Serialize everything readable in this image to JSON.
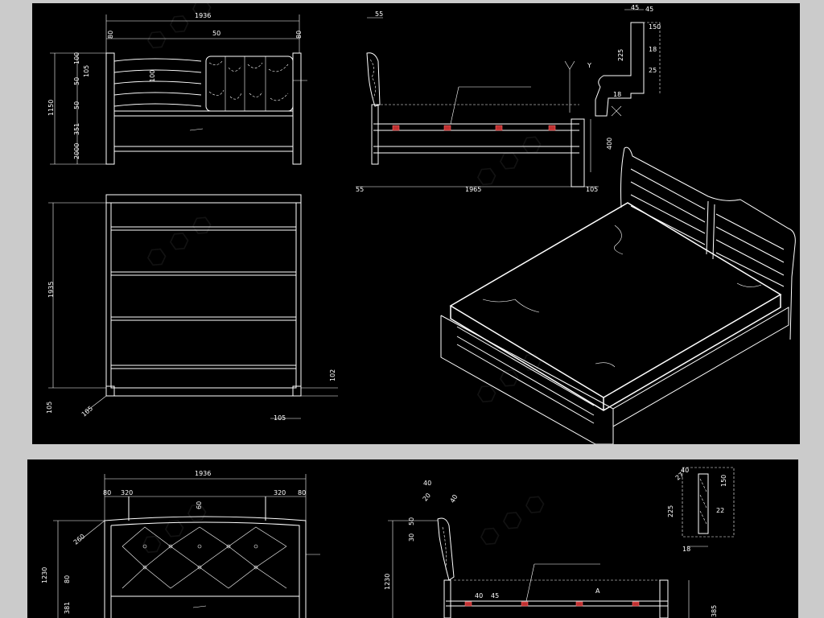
{
  "drawing": {
    "theme": {
      "background": "#000000",
      "line": "#ffffff",
      "page": "#cbcbcb",
      "accent": "#c03030"
    },
    "sheet_top": {
      "front_view": {
        "width_dim": "1936",
        "top_dims": [
          "80",
          "50",
          "80"
        ],
        "left_dims": [
          "1150",
          "100",
          "50",
          "50",
          "351",
          "2000"
        ],
        "inner_dims": [
          "105",
          "100"
        ],
        "note": ""
      },
      "side_view": {
        "top_dim": "55",
        "length_dim": "1965",
        "left_dim": "55",
        "right_dim": "105",
        "height_dim": "400",
        "note": "",
        "marker_label": "Y"
      },
      "detail_section": {
        "dims": [
          "45",
          "45",
          "150",
          "225",
          "18",
          "25",
          "18"
        ]
      },
      "plan_view": {
        "depth_dim": "1935",
        "left_dims": [
          "105",
          "105"
        ],
        "right_dims": [
          "102",
          "105"
        ]
      },
      "isometric_view": {
        "name": ""
      }
    },
    "sheet_bottom": {
      "front_view": {
        "width_dim": "1936",
        "top_dims": [
          "80",
          "320",
          "60",
          "320",
          "80"
        ],
        "left_dims": [
          "1230",
          "80",
          "381",
          "260"
        ],
        "note_lines": [
          "",
          ""
        ]
      },
      "side_view": {
        "top_dims": [
          "40",
          "20",
          "40"
        ],
        "left_dims": [
          "1230",
          "30",
          "50"
        ],
        "dims": [
          "40",
          "45",
          "385"
        ],
        "note": "",
        "marker_label": "A"
      },
      "section_detail": {
        "dims": [
          "40",
          "27",
          "150",
          "225",
          "22",
          "18"
        ],
        "title": ""
      }
    }
  }
}
